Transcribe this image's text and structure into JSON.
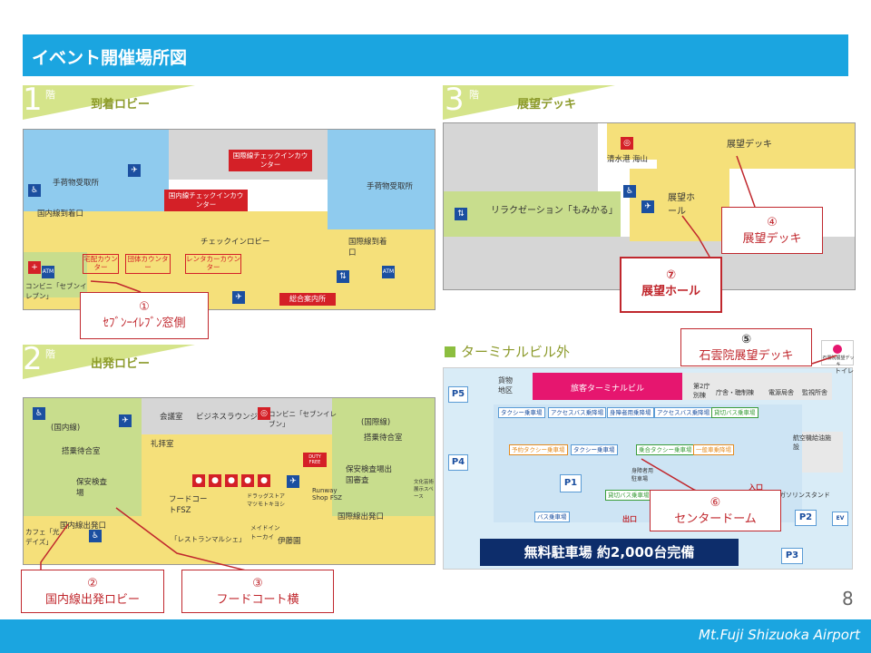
{
  "title": "イベント開催場所図",
  "page_number": "8",
  "footer": "Mt.Fuji Shizuoka Airport",
  "floor1": {
    "num": "1",
    "kai": "階",
    "name": "到着ロビー",
    "labels": {
      "baggage_left": "手荷物受取所",
      "baggage_right": "手荷物受取所",
      "domestic_arrival": "国内線到着口",
      "checkin_lobby": "チェックインロビー",
      "intl_arrival": "国際線到着口",
      "intl_checkin": "国際線チェックインカウンター",
      "dom_checkin": "国内線チェックインカウンター",
      "delivery": "宅配カウンター",
      "group": "団体カウンター",
      "rental": "レンタカーカウンター",
      "convenience": "コンビニ「セブンイレブン」",
      "info": "総合案内所",
      "atm1": "ATM",
      "atm2": "ATM"
    }
  },
  "floor2": {
    "num": "2",
    "kai": "階",
    "name": "出発ロビー",
    "labels": {
      "domestic": "(国内線)",
      "intl": "(国際線)",
      "boarding_dom": "搭乗待合室",
      "boarding_intl": "搭乗待合室",
      "conference": "会議室",
      "business": "ビジネスラウンジ",
      "convenience": "コンビニ「セブンイレブン」",
      "prayer": "礼拝室",
      "security": "保安検査場",
      "security_intl": "保安検査場出国審査",
      "foodcourt": "フードコートFSZ",
      "dutyfree": "DUTY FREE",
      "runway": "Runway Shop FSZ",
      "drug": "ドラッグストアマツモトキヨシ",
      "maid": "メイドイントーカイ",
      "ito": "伊藤園",
      "dom_departure": "国内線出発口",
      "intl_departure": "国際線出発口",
      "cafe": "カフェ「光デイズ」",
      "marche": "「レストランマルシェ」",
      "culture": "文化芸術展示スペース"
    }
  },
  "floor3": {
    "num": "3",
    "kai": "階",
    "name": "展望デッキ",
    "labels": {
      "relax": "リラクゼーション「もみかる」",
      "deck": "展望デッキ",
      "hall": "展望ホール",
      "shimizu": "清水港",
      "kaizan": "海山"
    }
  },
  "exterior": {
    "heading": "ターミナルビル外",
    "terminal": "旅客ターミナルビル",
    "cargo": "貨物地区",
    "p5": "P5",
    "p4": "P4",
    "p1": "P1",
    "p2": "P2",
    "p3": "P3",
    "ev": "EV",
    "second_office": "第2庁別棟",
    "office": "庁舎・聴制棟",
    "power": "電源局舎",
    "monitor": "監視所舎",
    "fuel": "航空機給油施設",
    "gas": "ガソリンスタンド",
    "stops": [
      "タクシー乗車場",
      "アクセスバス乗降場",
      "身障者用乗降場",
      "アクセスバス乗降場",
      "貸切バス乗車場",
      "予約タクシー乗車場",
      "タクシー乗車場",
      "乗合タクシー乗車場",
      "一般車乗降場",
      "貸切バス乗車場",
      "バス乗車場"
    ],
    "dome_sign": "身障者用駐車場",
    "entrance": "入口",
    "exit": "出口",
    "toilet": "トイレ",
    "sekiunin_small": "石雲院展望デッキ",
    "banner": "無料駐車場 約2,000台完備"
  },
  "callouts": [
    {
      "num": "①",
      "name": "ｾﾌﾞﾝｰｲﾚﾌﾞﾝ窓側"
    },
    {
      "num": "②",
      "name": "国内線出発ロビー"
    },
    {
      "num": "③",
      "name": "フードコート横"
    },
    {
      "num": "④",
      "name": "展望デッキ"
    },
    {
      "num": "⑤",
      "name": "石雲院展望デッキ"
    },
    {
      "num": "⑥",
      "name": "センタードーム"
    },
    {
      "num": "⑦",
      "name": "展望ホール"
    }
  ],
  "colors": {
    "header": "#1ba5e0",
    "callout": "#c0272d",
    "floor_tab": "#d5e48a",
    "zone_yellow": "#f5e07a",
    "zone_blue": "#8fcbee",
    "zone_green": "#c8dd8d"
  }
}
